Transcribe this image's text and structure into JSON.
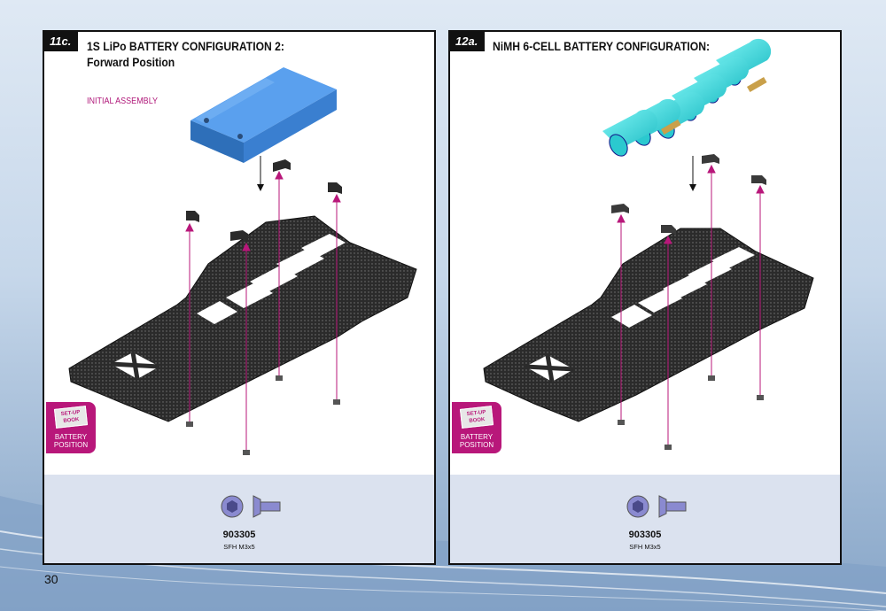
{
  "page": {
    "number": "30"
  },
  "panels": [
    {
      "step": "11c.",
      "title_line1": "1S LiPo BATTERY CONFIGURATION 2:",
      "title_line2": "Forward Position",
      "subtitle": "INITIAL ASSEMBLY",
      "badge": {
        "book_line1": "SET-UP",
        "book_line2": "BOOK",
        "line1": "BATTERY",
        "line2": "POSITION"
      },
      "part": {
        "number": "903305",
        "description": "SFH M3x5"
      }
    },
    {
      "step": "12a.",
      "title_line1": "NiMH 6-CELL BATTERY CONFIGURATION:",
      "title_line2": "",
      "subtitle": "",
      "badge": {
        "book_line1": "SET-UP",
        "book_line2": "BOOK",
        "line1": "BATTERY",
        "line2": "POSITION"
      },
      "part": {
        "number": "903305",
        "description": "SFH M3x5"
      }
    }
  ],
  "colors": {
    "accent": "#b8177a",
    "battery_lipo": "#3a7fd0",
    "battery_nimh": "#3fe0e0",
    "chassis": "#2b2b2b"
  }
}
